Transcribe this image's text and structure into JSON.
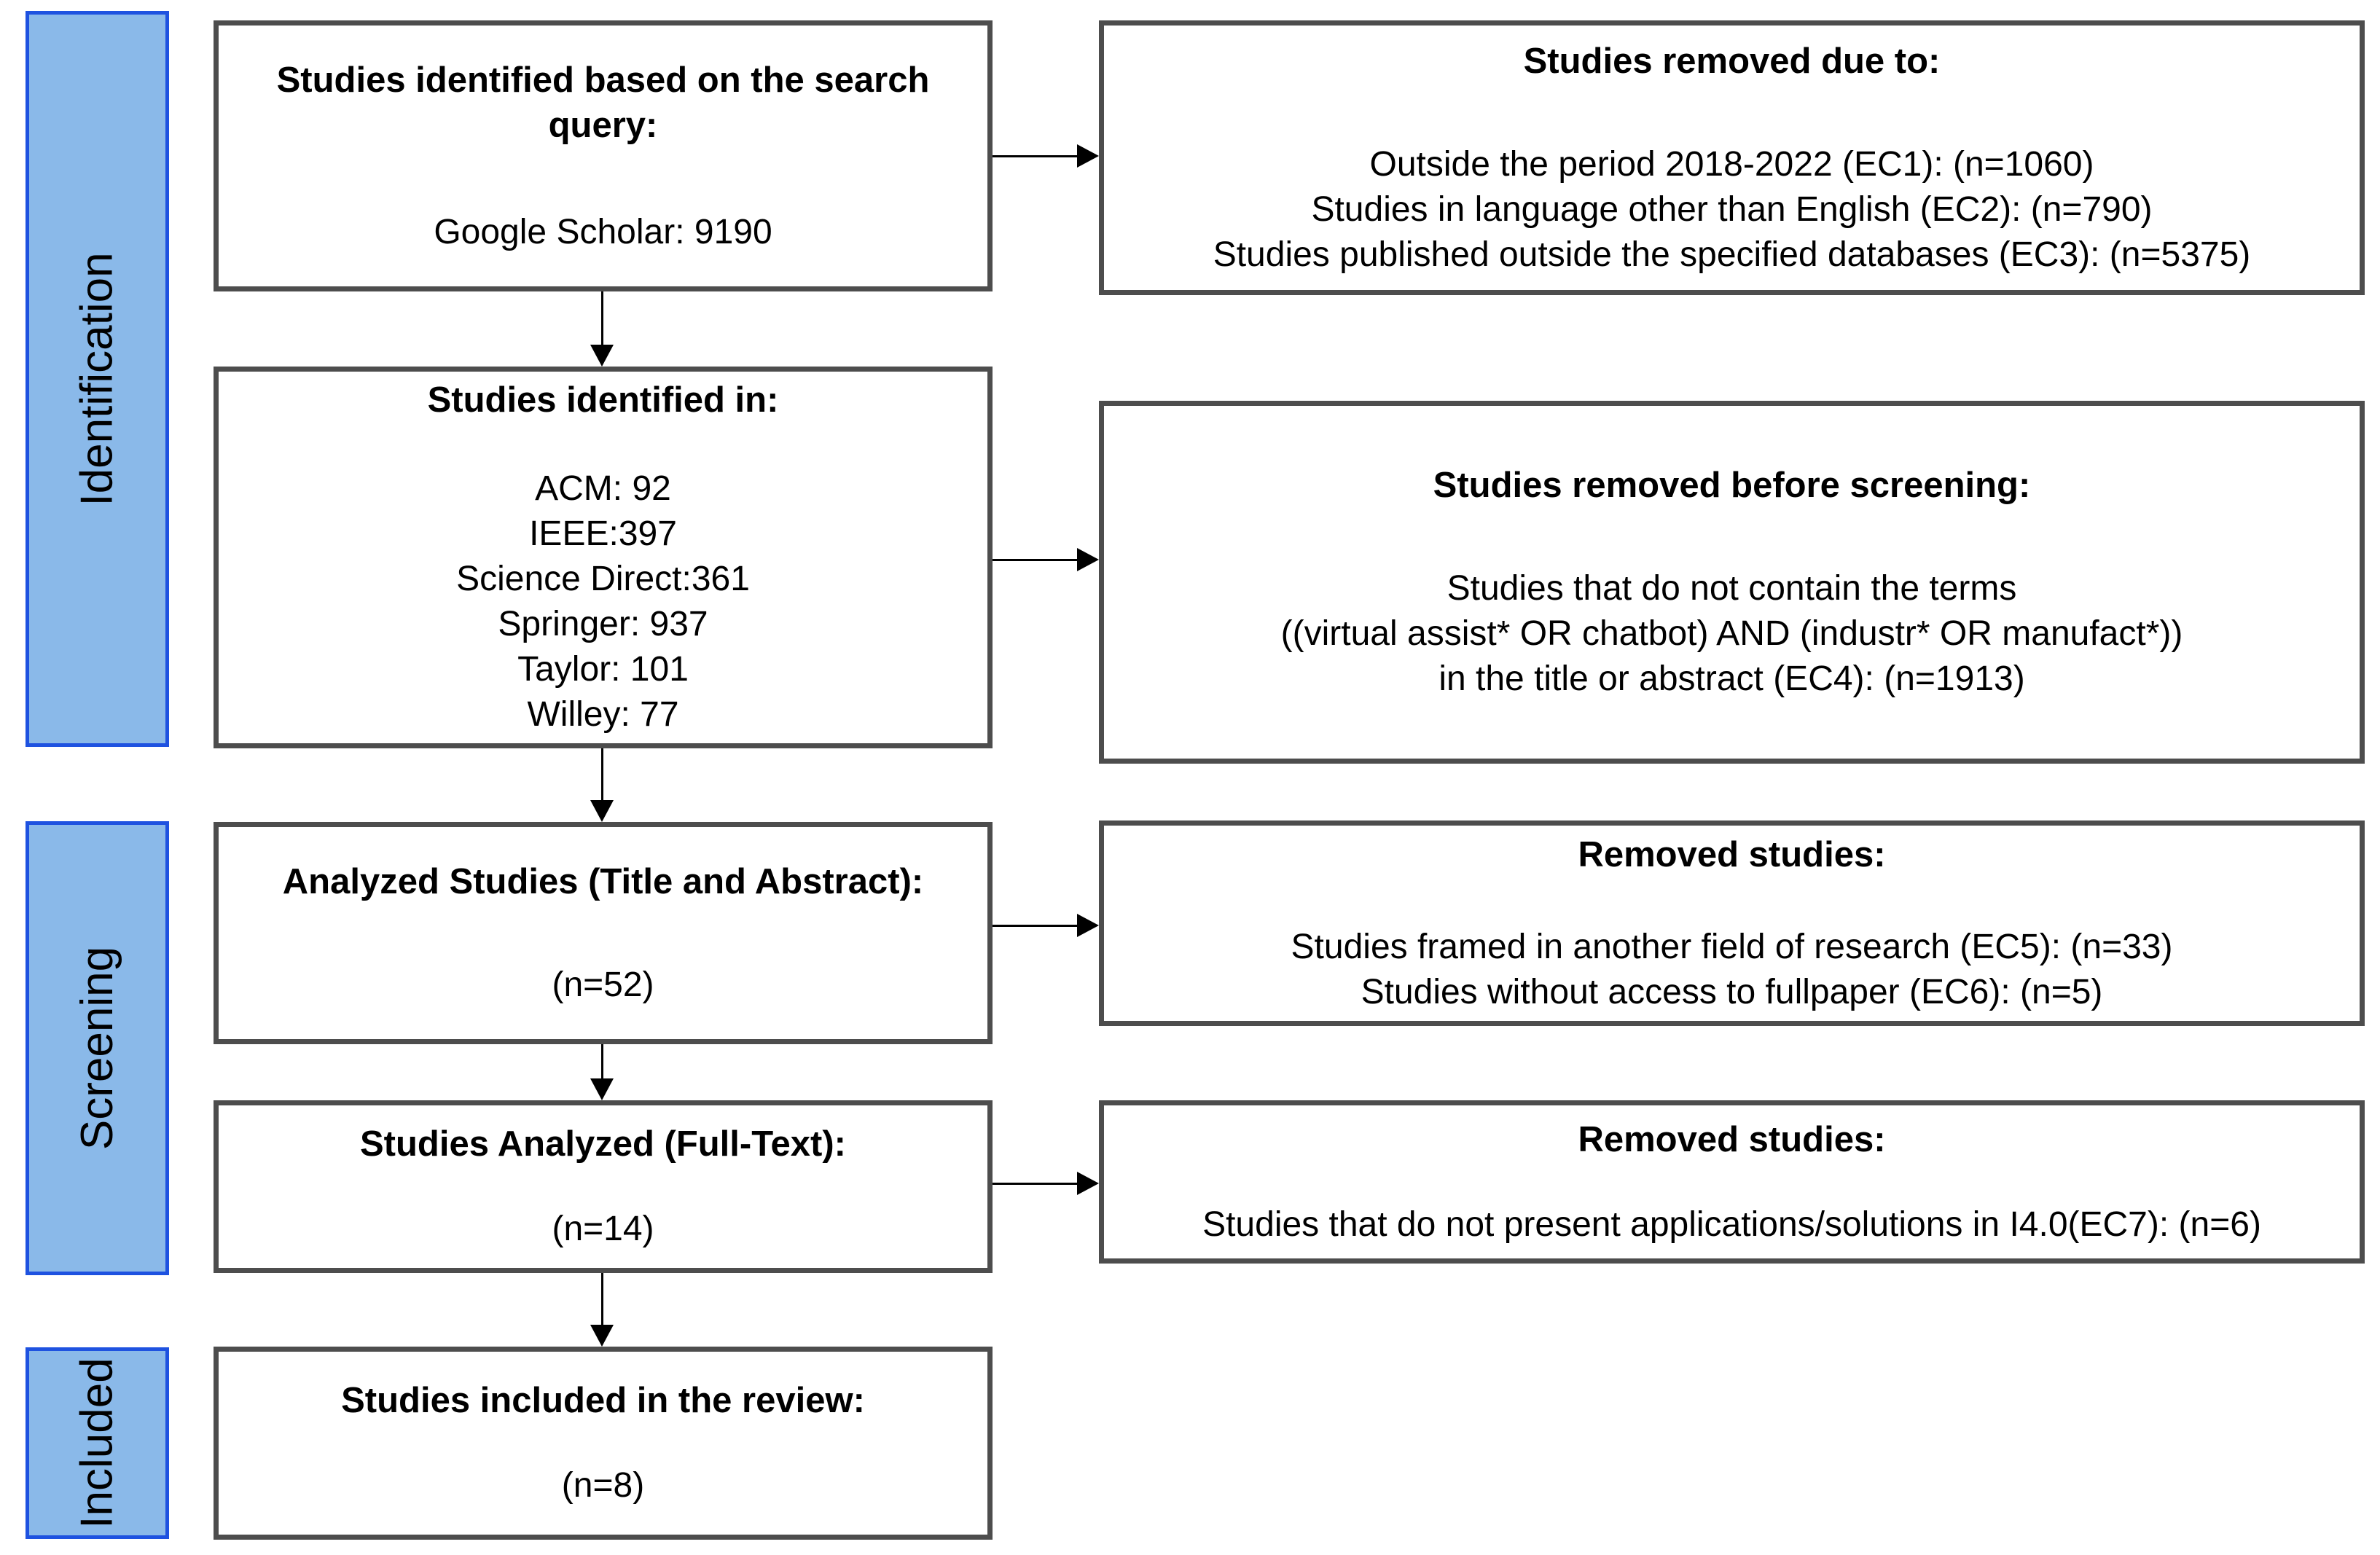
{
  "sections": {
    "identification": {
      "label": "Identification"
    },
    "screening": {
      "label": "Screening"
    },
    "included": {
      "label": "Included"
    }
  },
  "flow": {
    "search_query": {
      "heading": "Studies identified based on the search query:",
      "lines": [
        "Google Scholar: 9190"
      ]
    },
    "identified_in": {
      "heading": "Studies identified in:",
      "lines": [
        "ACM: 92",
        "IEEE:397",
        "Science Direct:361",
        "Springer: 937",
        "Taylor: 101",
        "Willey: 77"
      ]
    },
    "title_abstract": {
      "heading": "Analyzed Studies (Title and Abstract):",
      "lines": [
        "(n=52)"
      ]
    },
    "full_text": {
      "heading": "Studies Analyzed (Full-Text):",
      "lines": [
        "(n=14)"
      ]
    },
    "included_review": {
      "heading": "Studies included in the review:",
      "lines": [
        "(n=8)"
      ]
    }
  },
  "removals": {
    "due_to": {
      "heading": "Studies removed due to:",
      "lines": [
        "Outside the period 2018-2022 (EC1): (n=1060)",
        "Studies in language other than English (EC2): (n=790)",
        "Studies published outside the specified databases (EC3): (n=5375)"
      ]
    },
    "before_screening": {
      "heading": "Studies removed before screening:",
      "lines": [
        "Studies that do not contain the terms",
        "((virtual assist* OR chatbot) AND (industr* OR manufact*))",
        "in the title or abstract (EC4): (n=1913)"
      ]
    },
    "screening": {
      "heading": "Removed studies:",
      "lines": [
        "Studies framed in another field of research (EC5): (n=33)",
        "Studies without access to fullpaper (EC6): (n=5)"
      ]
    },
    "full_text": {
      "heading": "Removed studies:",
      "lines": [
        "Studies that do not present applications/solutions in I4.0(EC7): (n=6)"
      ]
    }
  },
  "colors": {
    "section_fill": "#8ab9e9",
    "section_border": "#1e52e0",
    "box_border": "#4d4d4d",
    "arrow": "#000000",
    "text": "#000000",
    "background": "#ffffff"
  }
}
